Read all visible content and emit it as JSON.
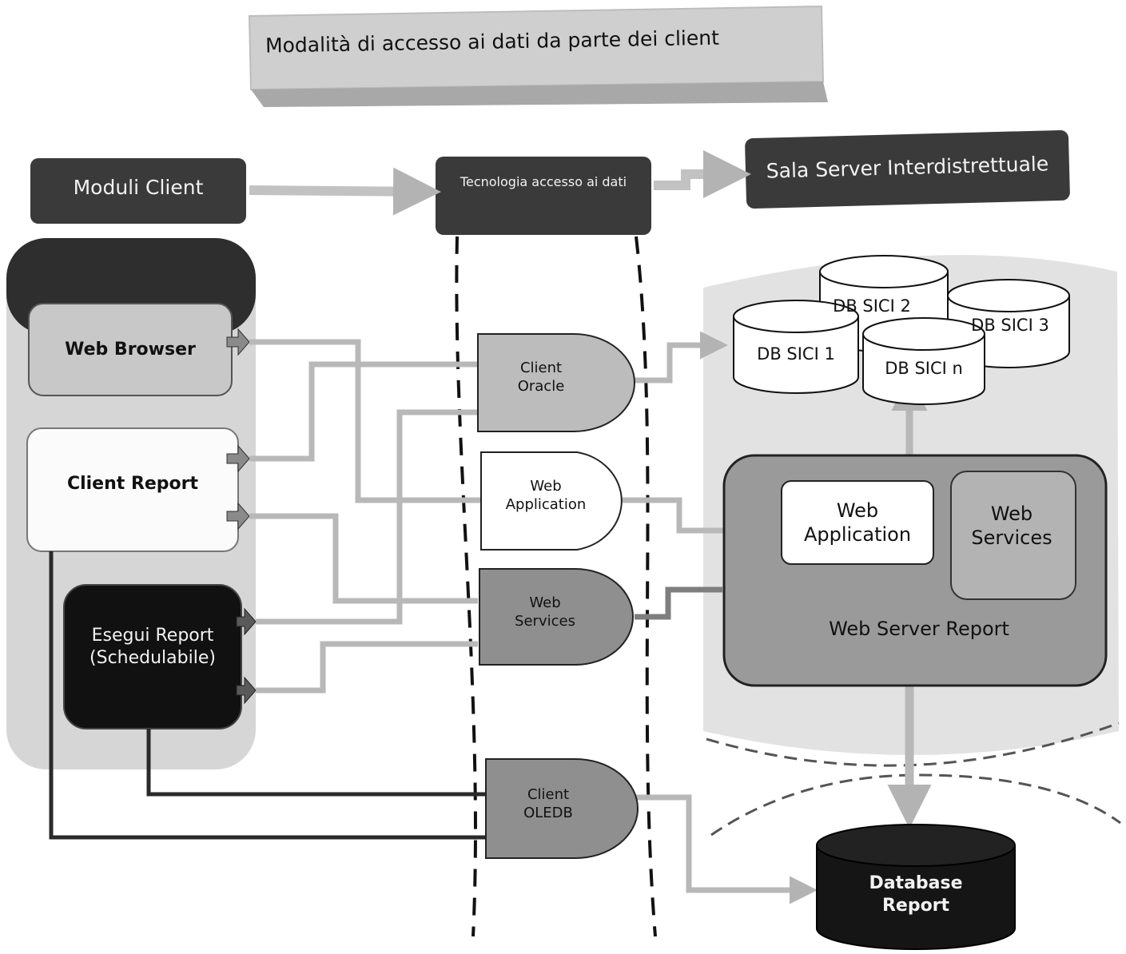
{
  "title": "Modalità di accesso ai dati da parte dei client",
  "headers": {
    "clients": "Moduli Client",
    "tech": "Tecnologia accesso ai dati",
    "server_room": "Sala Server Interdistrettuale"
  },
  "clients": {
    "web_browser": "Web Browser",
    "client_report": "Client Report",
    "esegui_report": "Esegui Report (Schedulabile)"
  },
  "technologies": {
    "client_oracle": "Client Oracle",
    "web_application": "Web Application",
    "web_services": "Web Services",
    "client_oledb": "Client OLEDB"
  },
  "databases": {
    "db1": "DB SICI 1",
    "db2": "DB SICI 2",
    "db3": "DB SICI 3",
    "dbn": "DB SICI n",
    "report": "Database Report"
  },
  "web_server": {
    "name": "Web Server Report",
    "web_application": "Web Application",
    "web_services": "Web Services"
  },
  "colors": {
    "dark_box": "#3a3a3a",
    "black_box": "#111111",
    "light_box": "#c8c8c8",
    "mid_gate": "#8f8f8f",
    "server_area": "#e2e2e2",
    "server_box": "#9a9a9a",
    "connector": "#b8b8b8"
  }
}
